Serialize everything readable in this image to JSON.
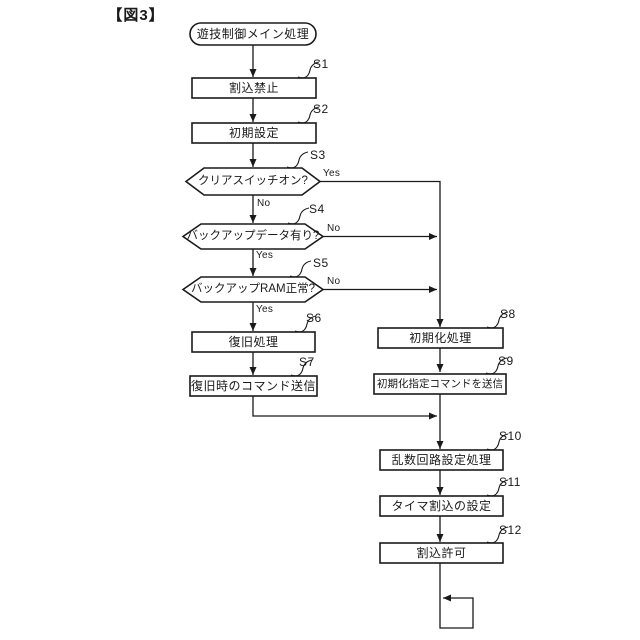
{
  "figure_label": "【図3】",
  "flowchart": {
    "start_label": "遊技制御メイン処理",
    "steps": [
      {
        "id": "S1",
        "type": "process",
        "label": "割込禁止"
      },
      {
        "id": "S2",
        "type": "process",
        "label": "初期設定"
      },
      {
        "id": "S3",
        "type": "decision",
        "label": "クリアスイッチオン?",
        "yes": "Yes",
        "no": "No"
      },
      {
        "id": "S4",
        "type": "decision",
        "label": "バックアップデータ有り?",
        "yes": "Yes",
        "no": "No"
      },
      {
        "id": "S5",
        "type": "decision",
        "label": "バックアップRAM正常?",
        "yes": "Yes",
        "no": "No"
      },
      {
        "id": "S6",
        "type": "process",
        "label": "復旧処理"
      },
      {
        "id": "S7",
        "type": "process",
        "label": "復旧時のコマンド送信"
      },
      {
        "id": "S8",
        "type": "process",
        "label": "初期化処理"
      },
      {
        "id": "S9",
        "type": "process",
        "label": "初期化指定コマンドを送信"
      },
      {
        "id": "S10",
        "type": "process",
        "label": "乱数回路設定処理"
      },
      {
        "id": "S11",
        "type": "process",
        "label": "タイマ割込の設定"
      },
      {
        "id": "S12",
        "type": "process",
        "label": "割込許可"
      }
    ],
    "colors": {
      "line": "#1a1a1a",
      "background": "#ffffff"
    }
  }
}
